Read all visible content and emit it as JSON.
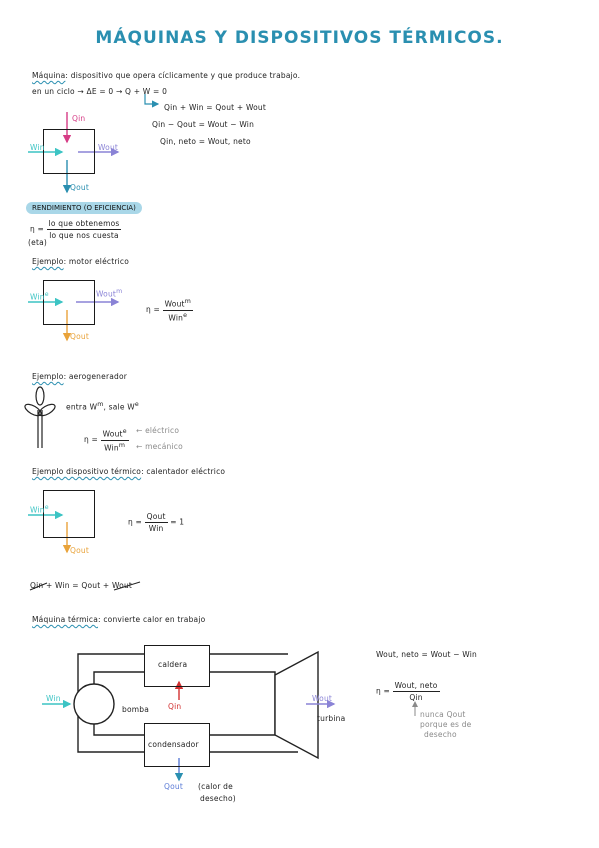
{
  "title": "MÁQUINAS Y DISPOSITIVOS TÉRMICOS.",
  "intro": {
    "term": "Máquina",
    "definition": ": dispositivo que opera cíclicamente y que produce trabajo.",
    "cycle_line": "en un ciclo → ΔE = 0 → Q + W = 0",
    "eq1": "Qin + Win = Qout + Wout",
    "eq2": "Qin − Qout = Wout − Win",
    "eq3": "Qin, neto = Wout, neto"
  },
  "diagram1": {
    "qin": "Qin",
    "win": "Win",
    "wout": "Wout",
    "qout": "Qout"
  },
  "efficiency": {
    "heading": "RENDIMIENTO (O EFICIENCIA)",
    "symbol": "η =",
    "numerator": "lo que obtenemos",
    "denominator": "lo que nos cuesta",
    "note": "(eta)"
  },
  "example1": {
    "label": "Ejemplo",
    "text": ": motor eléctrico",
    "win": "Win",
    "win_sup": "e",
    "wout": "Wout",
    "wout_sup": "m",
    "qout": "Qout",
    "formula_symbol": "η =",
    "formula_num": "Wout",
    "formula_num_sup": "m",
    "formula_den": "Win",
    "formula_den_sup": "e"
  },
  "example2": {
    "label": "Ejemplo",
    "text": ": aerogenerador",
    "desc_pre": "entra W",
    "desc_in_sup": "m",
    "desc_mid": ", sale W",
    "desc_out_sup": "e",
    "formula_symbol": "η =",
    "formula_num": "Wout",
    "formula_num_sup": "e",
    "formula_den": "Win",
    "formula_den_sup": "m",
    "annot_top": "← eléctrico",
    "annot_bottom": "← mecánico"
  },
  "example3": {
    "label": "Ejemplo dispositivo térmico",
    "text": ": calentador eléctrico",
    "win": "Win",
    "win_sup": "e",
    "qout": "Qout",
    "formula_symbol": "η =",
    "formula_num": "Qout",
    "formula_den": "Win",
    "formula_tail": "= 1"
  },
  "cancel_eq": {
    "part1": "Qin",
    "part2": "+ Win = Qout +",
    "part3": "Wout"
  },
  "thermal_machine": {
    "label": "Máquina térmica",
    "text": ": convierte calor en trabajo",
    "caldera": "caldera",
    "condensador": "condensador",
    "bomba": "bomba",
    "turbina": "turbina",
    "qin": "Qin",
    "win": "Win",
    "wout": "Wout",
    "qout": "Qout",
    "qout_note_1": "(calor de",
    "qout_note_2": "desecho)",
    "eq_right": "Wout, neto = Wout − Win",
    "formula_symbol": "η =",
    "formula_num": "Wout, neto",
    "formula_den": "Qin",
    "note_1": "nunca Qout",
    "note_2": "porque es de",
    "note_3": "desecho"
  },
  "colors": {
    "title": "#2a8fb0",
    "qin": "#d63c86",
    "win": "#3cc4c4",
    "wout": "#8a83d6",
    "qout_blue": "#2a8fb0",
    "qout_orange": "#e9a33a",
    "gray": "#8a8a8a"
  }
}
